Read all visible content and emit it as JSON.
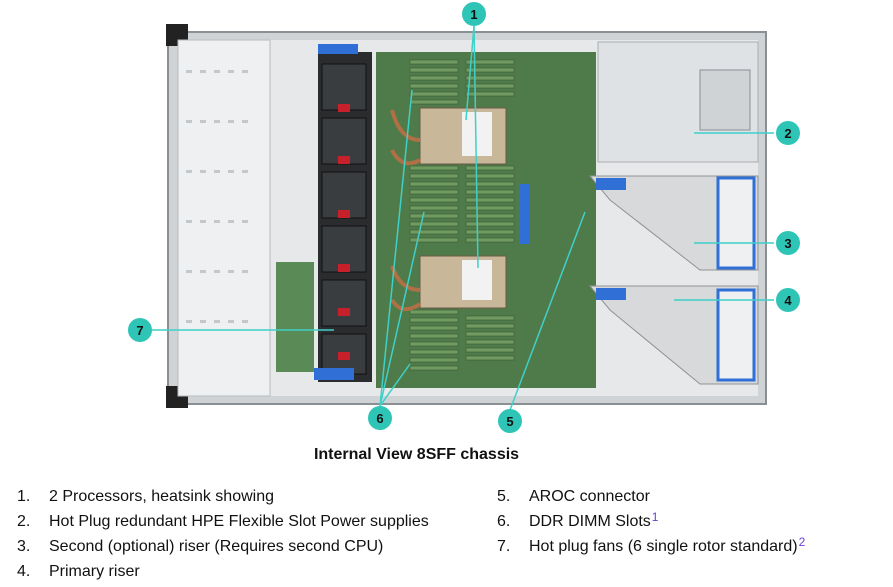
{
  "caption": "Internal View 8SFF chassis",
  "callouts": [
    "1",
    "2",
    "3",
    "4",
    "5",
    "6",
    "7"
  ],
  "legend_left": [
    {
      "num": "1.",
      "text": "2 Processors, heatsink showing",
      "sup": ""
    },
    {
      "num": "2.",
      "text": "Hot Plug redundant HPE Flexible Slot Power supplies",
      "sup": ""
    },
    {
      "num": "3.",
      "text": "Second (optional) riser (Requires second CPU)",
      "sup": ""
    },
    {
      "num": "4.",
      "text": "Primary riser",
      "sup": ""
    }
  ],
  "legend_right": [
    {
      "num": "5.",
      "text": "AROC connector",
      "sup": ""
    },
    {
      "num": "6.",
      "text": "DDR DIMM Slots",
      "sup": "1"
    },
    {
      "num": "7.",
      "text": "Hot plug fans (6 single rotor standard)",
      "sup": "2"
    }
  ],
  "colors": {
    "callout_fill": "#2ec4b6",
    "callout_line": "#3fd0c8",
    "riser_blue": "#2f6fd6",
    "board_green": "#4f7a4a",
    "chassis_gray": "#d9dcdf"
  }
}
